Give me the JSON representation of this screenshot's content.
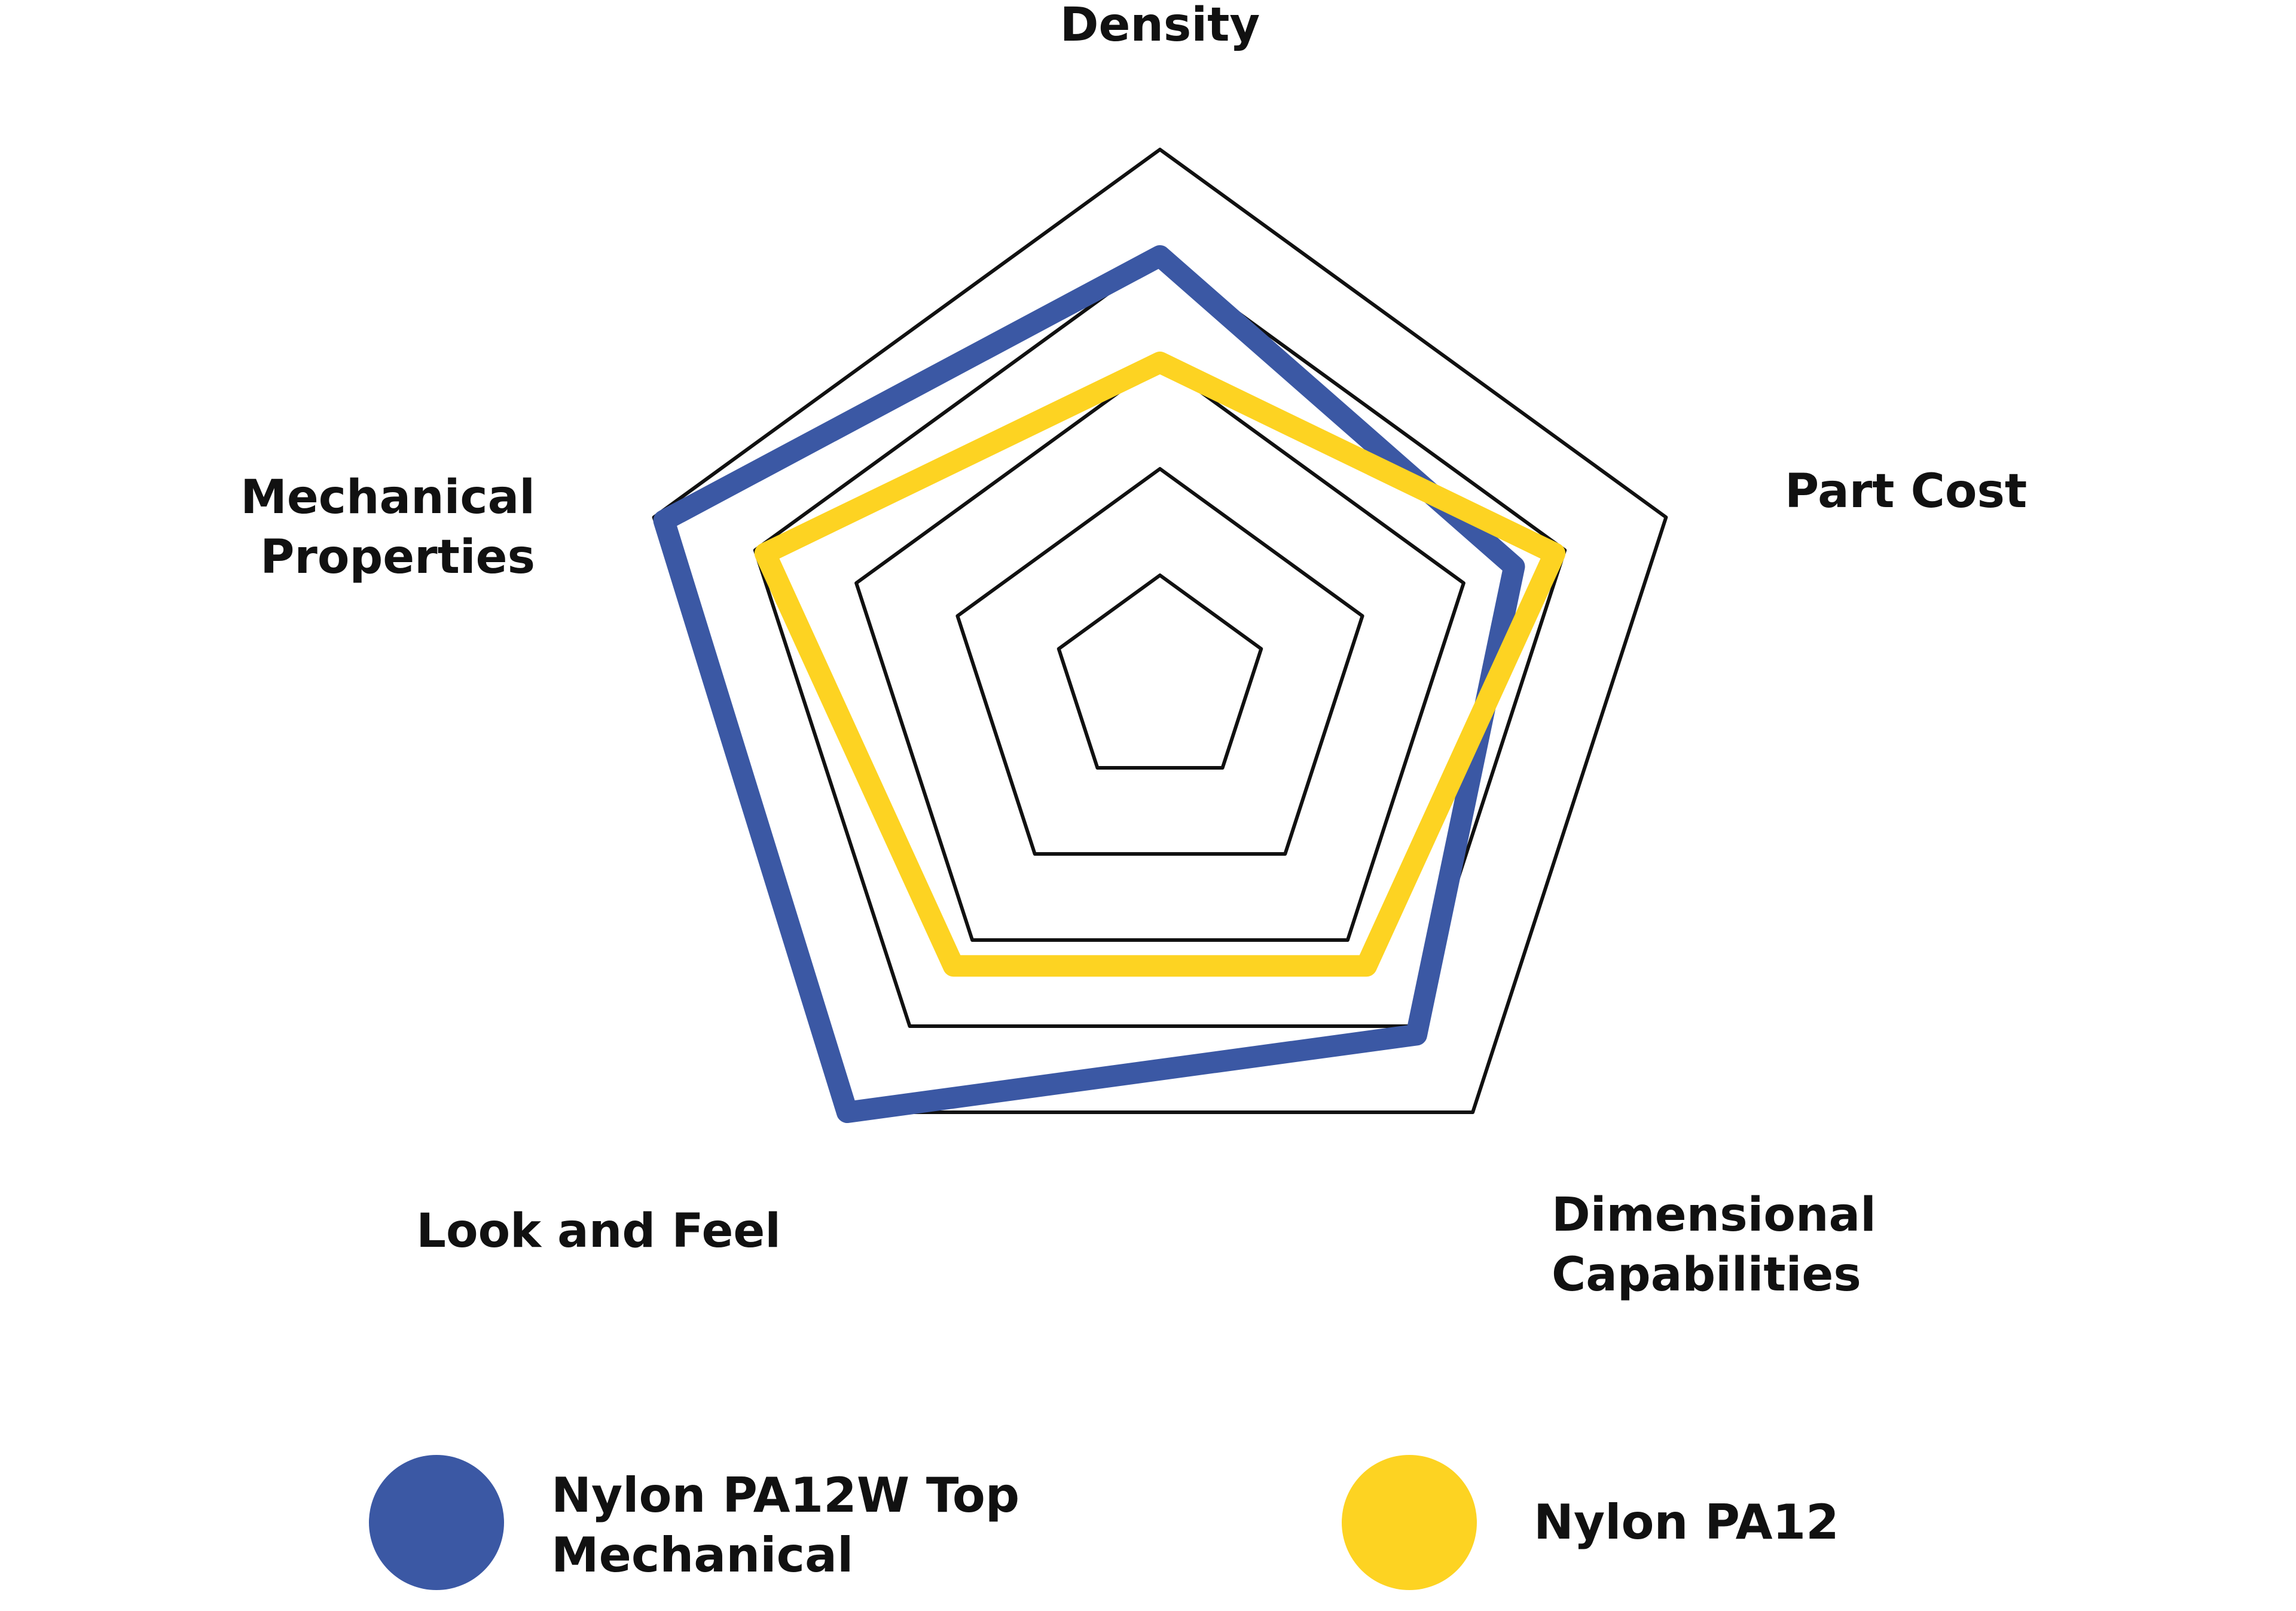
{
  "chart_data": {
    "type": "radar",
    "axes": [
      "Density",
      "Part Cost",
      "Dimensional Capabilities",
      "Look and Feel",
      "Mechanical Properties"
    ],
    "axis_labels": [
      [
        "Density"
      ],
      [
        "Part Cost"
      ],
      [
        "Dimensional",
        "Capabilities"
      ],
      [
        "Look and Feel"
      ],
      [
        "Mechanical",
        "Properties"
      ]
    ],
    "range": [
      0,
      5
    ],
    "grid_rings": [
      1,
      2,
      3,
      4,
      5
    ],
    "grid": true,
    "series": [
      {
        "name": "Nylon PA12W Top Mechanical",
        "name_lines": [
          "Nylon PA12W Top",
          "Mechanical"
        ],
        "color": "#3B58A4",
        "values": [
          4,
          3.5,
          4.1,
          5,
          4.9
        ]
      },
      {
        "name": "Nylon PA12",
        "name_lines": [
          "Nylon PA12"
        ],
        "color": "#FDD322",
        "values": [
          3,
          3.9,
          3.3,
          3.3,
          3.9
        ]
      }
    ],
    "legend_position": "bottom"
  }
}
